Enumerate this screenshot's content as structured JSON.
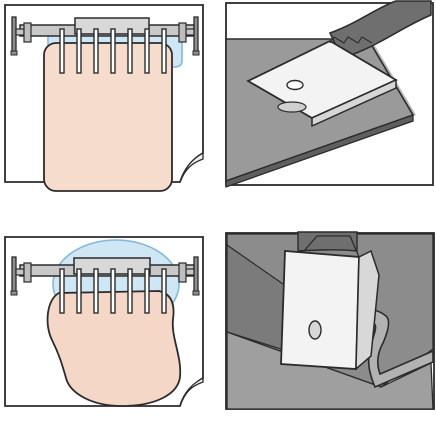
{
  "colors": {
    "outline": "#2b2b2b",
    "sheet_fill": "#f5dccd",
    "sheet_fill_large": "#f4d7c6",
    "blue_shape": "#cfe6f4",
    "blue_shape_edge": "#86b9d8",
    "clamp_bar": "#c8c8c8",
    "clamp_dark": "#8f8f8f",
    "paper": "#ffffff",
    "gray_surface": "#8c8c8c",
    "gray_surface_light": "#b8b8b8",
    "gray_surface_dark": "#5f5f5f",
    "strap": "#6f6f6f",
    "metal_part": "#f3f3f3"
  },
  "panels": [
    {
      "name": "clamp-frame-small-sheet",
      "icon": "clamp-frame-icon"
    },
    {
      "name": "metal-tab-on-board",
      "icon": "metal-tab-icon"
    },
    {
      "name": "clamp-frame-large-sheet",
      "icon": "clamp-frame-icon"
    },
    {
      "name": "metal-bracket-folded-sheet",
      "icon": "bracket-icon"
    }
  ]
}
